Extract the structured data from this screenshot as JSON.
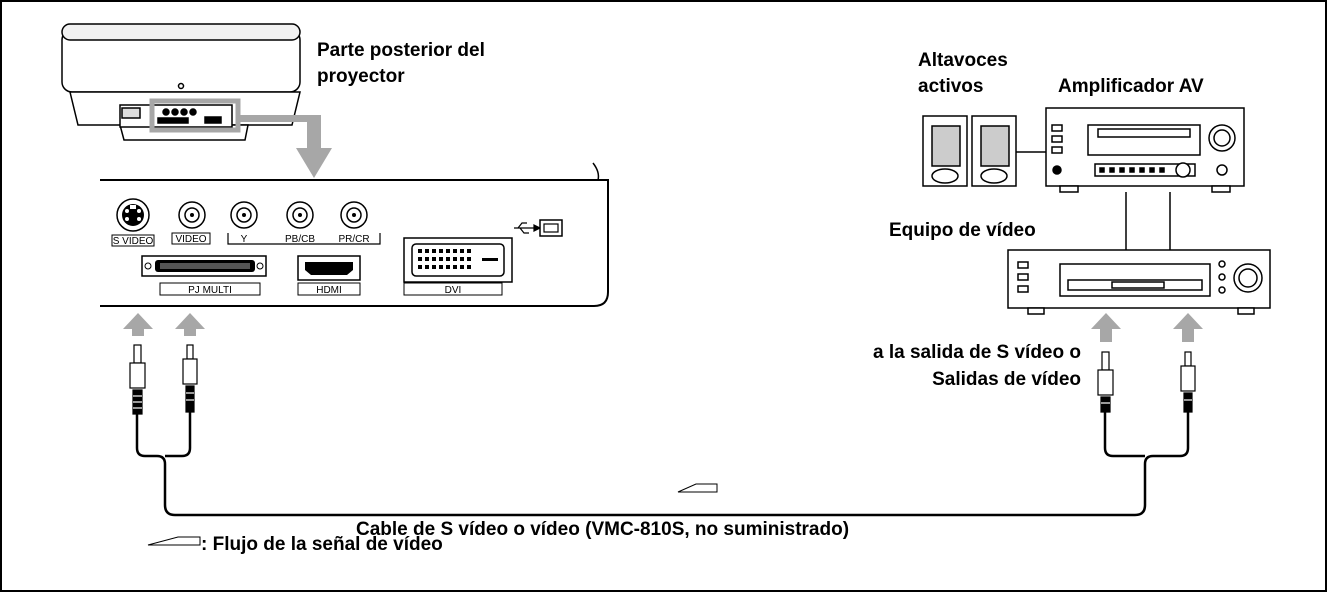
{
  "labels": {
    "projector_back_line1": "Parte posterior del",
    "projector_back_line2": "proyector",
    "speakers_line1": "Altavoces",
    "speakers_line2": "activos",
    "av_amplifier": "Amplificador AV",
    "video_equipment": "Equipo de vídeo",
    "output_line1": "a la salida de S vídeo o",
    "output_line2": "Salidas de vídeo",
    "cable": "Cable de S vídeo o vídeo (VMC-810S, no suministrado)",
    "legend": ": Flujo de la señal de vídeo"
  },
  "ports": {
    "s_video": "S VIDEO",
    "video": "VIDEO",
    "y": "Y",
    "pb_cb": "PB/CB",
    "pr_cr": "PR/CR",
    "pj_multi": "PJ MULTI",
    "hdmi": "HDMI",
    "dvi": "DVI"
  },
  "colors": {
    "arrow_gray": "#a7a7a7",
    "line": "#000000"
  }
}
